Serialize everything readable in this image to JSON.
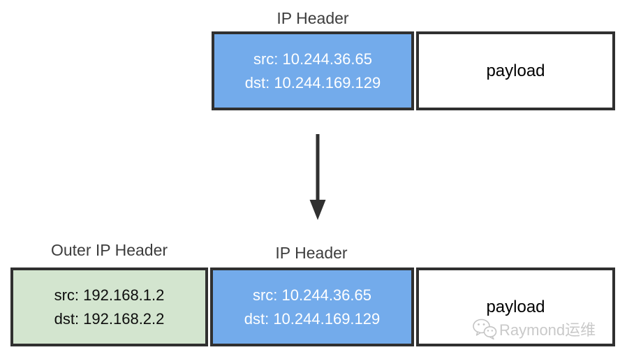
{
  "diagram_title": "ip-packet-encapsulation",
  "colors": {
    "background": "#ffffff",
    "box_border": "#303030",
    "inner_ip_header_fill": "#73abeb",
    "outer_ip_header_fill": "#d3e5cf",
    "payload_fill": "#ffffff",
    "inner_ip_text": "#ffffff",
    "dark_text": "#0d0d0d",
    "label_text": "#3d3d3d",
    "arrow": "#303030",
    "watermark_text": "#c9c9c9"
  },
  "top_packet": {
    "label": "IP Header",
    "ip_header": {
      "src": "src: 10.244.36.65",
      "dst": "dst: 10.244.169.129"
    },
    "payload_label": "payload"
  },
  "arrow": {
    "icon": "down-arrow-icon",
    "direction": "down"
  },
  "bottom_packet": {
    "outer_label": "Outer IP Header",
    "inner_label": "IP Header",
    "outer_ip_header": {
      "src": "src: 192.168.1.2",
      "dst": "dst: 192.168.2.2"
    },
    "ip_header": {
      "src": "src: 10.244.36.65",
      "dst": "dst: 10.244.169.129"
    },
    "payload_label": "payload"
  },
  "watermark": {
    "icon": "wechat-icon",
    "text": "Raymond运维"
  }
}
